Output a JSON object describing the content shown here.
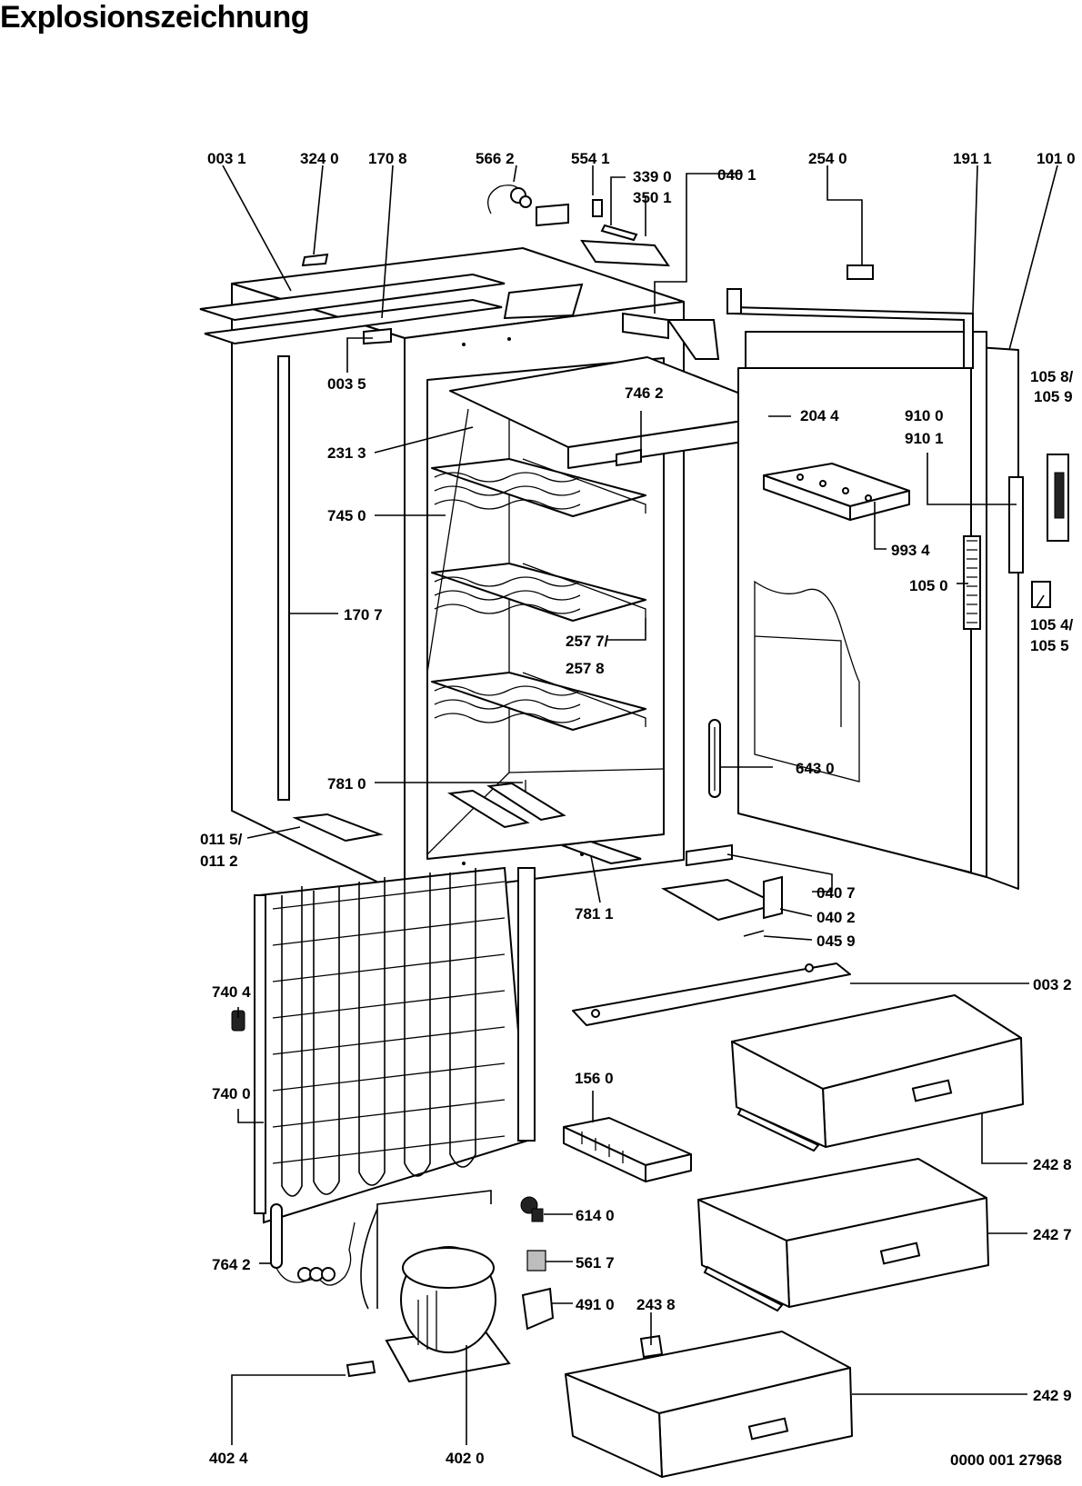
{
  "title": "Explosionszeichnung",
  "drawing_number": "0000 001 27968",
  "parts": {
    "p0031": "003 1",
    "p3240": "324 0",
    "p1708": "170 8",
    "p5662": "566 2",
    "p5541": "554 1",
    "p3390": "339 0",
    "p3501": "350 1",
    "p0401": "040 1",
    "p2540": "254 0",
    "p1911": "191 1",
    "p1010": "101 0",
    "p0035": "003 5",
    "p7462": "746 2",
    "p2044": "204 4",
    "p1058": "105 8/",
    "p1059": "105 9",
    "p9100": "910 0",
    "p9101": "910 1",
    "p2313": "231 3",
    "p7450": "745 0",
    "p9934": "993 4",
    "p1050": "105 0",
    "p1707": "170 7",
    "p2577": "257 7/",
    "p2578": "257 8",
    "p1054": "105 4/",
    "p1055": "105 5",
    "p6430": "643 0",
    "p7810": "781 0",
    "p0115": "011 5/",
    "p0112": "011 2",
    "p7811": "781 1",
    "p0407": "040 7",
    "p0402": "040 2",
    "p0459": "045 9",
    "p0032": "003 2",
    "p7404": "740 4",
    "p1560": "156 0",
    "p7400": "740 0",
    "p2428": "242 8",
    "p6140": "614 0",
    "p7642": "764 2",
    "p2427": "242 7",
    "p5617": "561 7",
    "p4910": "491 0",
    "p2438": "243 8",
    "p2429": "242 9",
    "p4024": "402 4",
    "p4020": "402 0"
  }
}
